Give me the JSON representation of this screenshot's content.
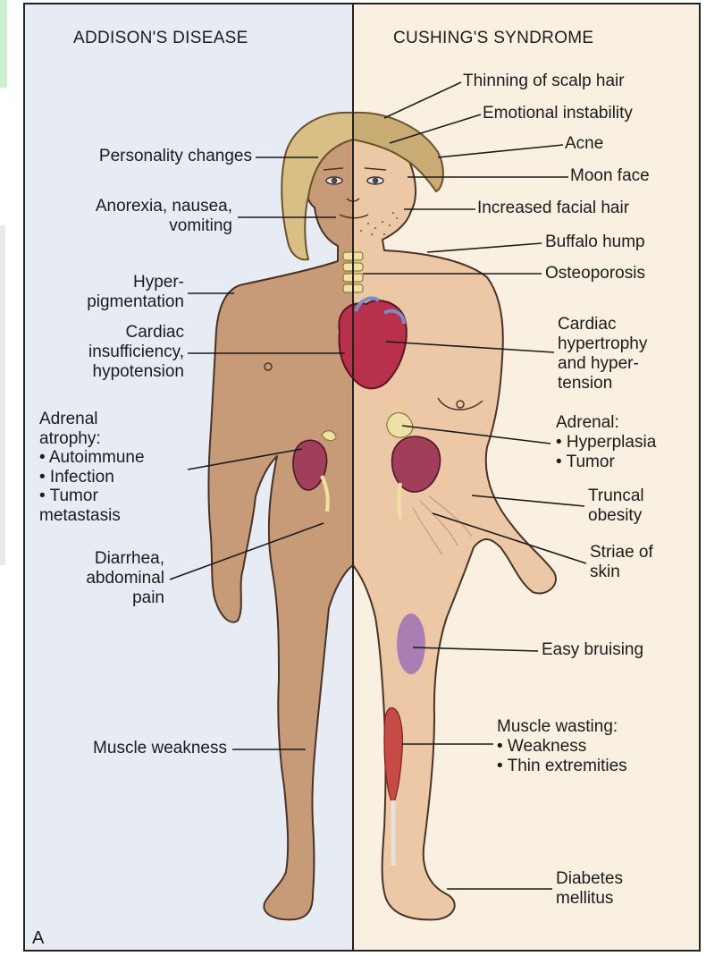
{
  "headers": {
    "left": "ADDISON'S DISEASE",
    "right": "CUSHING'S SYNDROME"
  },
  "panel_letter": "A",
  "colors": {
    "left_panel": "#e7ecf4",
    "right_panel": "#faf0e1",
    "skin_left": "#c79a78",
    "skin_right": "#ecc8a6",
    "hair": "#d9bf85",
    "heart": "#b9304a",
    "kidney": "#a13e5a",
    "bruise": "#9e72b5",
    "muscle": "#c64a45",
    "vertebra": "#efe1a6"
  },
  "addison_labels": {
    "personality": "Personality changes",
    "anorexia": [
      "Anorexia, nausea,",
      "vomiting"
    ],
    "hyperpigmentation": [
      "Hyper-",
      "pigmentation"
    ],
    "cardiac": [
      "Cardiac",
      "insufficiency,",
      "hypotension"
    ],
    "adrenal": [
      "Adrenal",
      "atrophy:",
      "• Autoimmune",
      "• Infection",
      "• Tumor",
      "   metastasis"
    ],
    "diarrhea": [
      "Diarrhea,",
      "abdominal",
      "pain"
    ],
    "muscle": "Muscle weakness"
  },
  "cushing_labels": {
    "thinning": "Thinning of scalp hair",
    "emotional": "Emotional instability",
    "acne": "Acne",
    "moon": "Moon face",
    "facial_hair": "Increased facial hair",
    "buffalo": "Buffalo hump",
    "osteoporosis": "Osteoporosis",
    "cardiac": [
      "Cardiac",
      "hypertrophy",
      "and hyper-",
      "tension"
    ],
    "adrenal": [
      "Adrenal:",
      "• Hyperplasia",
      "• Tumor"
    ],
    "truncal": [
      "Truncal",
      "obesity"
    ],
    "striae": [
      "Striae of",
      "skin"
    ],
    "bruising": "Easy bruising",
    "muscle": [
      "Muscle wasting:",
      "• Weakness",
      "• Thin extremities"
    ],
    "diabetes": [
      "Diabetes",
      "mellitus"
    ]
  }
}
